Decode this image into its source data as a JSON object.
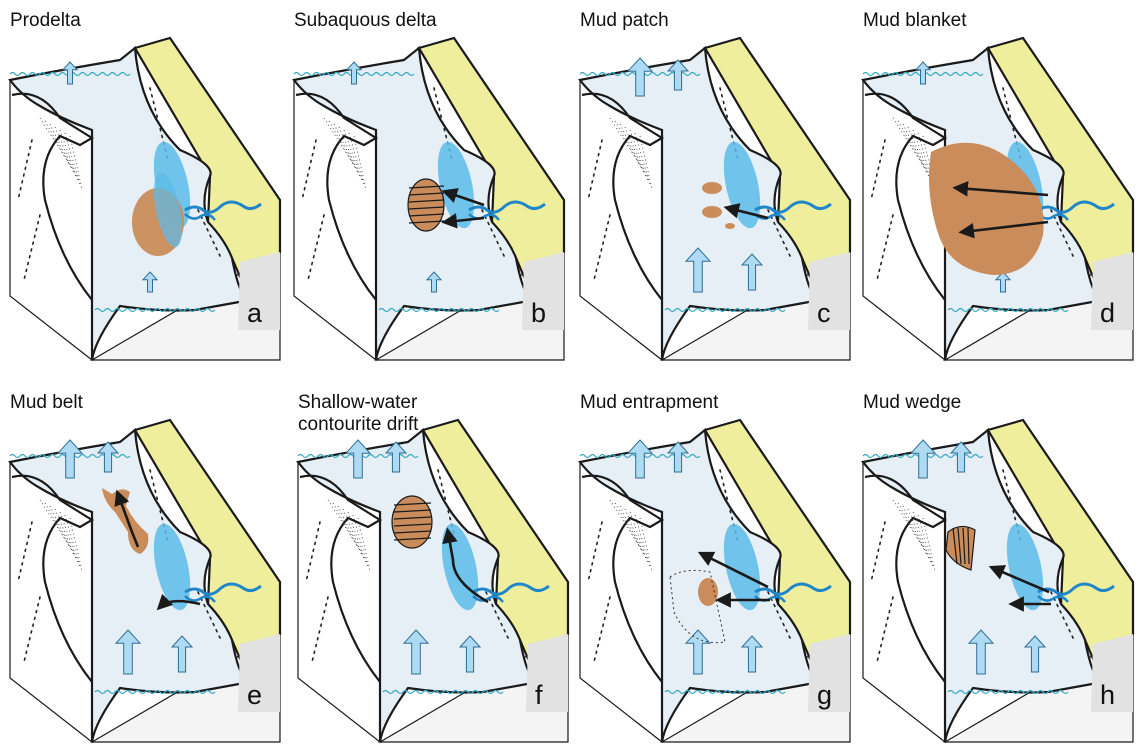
{
  "figure": {
    "panels": [
      {
        "title_lines": [
          "Prodelta"
        ],
        "letter": "a",
        "mud": "prodelta",
        "arrows": "none"
      },
      {
        "title_lines": [
          "Subaquous delta"
        ],
        "letter": "b",
        "mud": "subaqueous",
        "arrows": "none"
      },
      {
        "title_lines": [
          "Mud patch"
        ],
        "letter": "c",
        "mud": "patch",
        "arrows": "strong"
      },
      {
        "title_lines": [
          "Mud blanket"
        ],
        "letter": "d",
        "mud": "blanket",
        "arrows": "none"
      },
      {
        "title_lines": [
          "Mud belt"
        ],
        "letter": "e",
        "mud": "belt",
        "arrows": "strong"
      },
      {
        "title_lines": [
          "Shallow-water",
          "contourite drift"
        ],
        "letter": "f",
        "mud": "contourite",
        "arrows": "strong"
      },
      {
        "title_lines": [
          "Mud entrapment"
        ],
        "letter": "g",
        "mud": "entrapment",
        "arrows": "strong"
      },
      {
        "title_lines": [
          "Mud wedge"
        ],
        "letter": "h",
        "mud": "wedge",
        "arrows": "strong"
      }
    ]
  },
  "colors": {
    "sea": "#e6eef6",
    "land": "#eeee9c",
    "side": "#ffffff",
    "outline": "#1a1a1a",
    "mud": "#c98c5a",
    "plume": "#5bbbe9",
    "river": "#1f86c9",
    "current_arrow": "#aedbf3",
    "wave": "#3aa9c6",
    "letter_box": "#e2e2e2"
  }
}
